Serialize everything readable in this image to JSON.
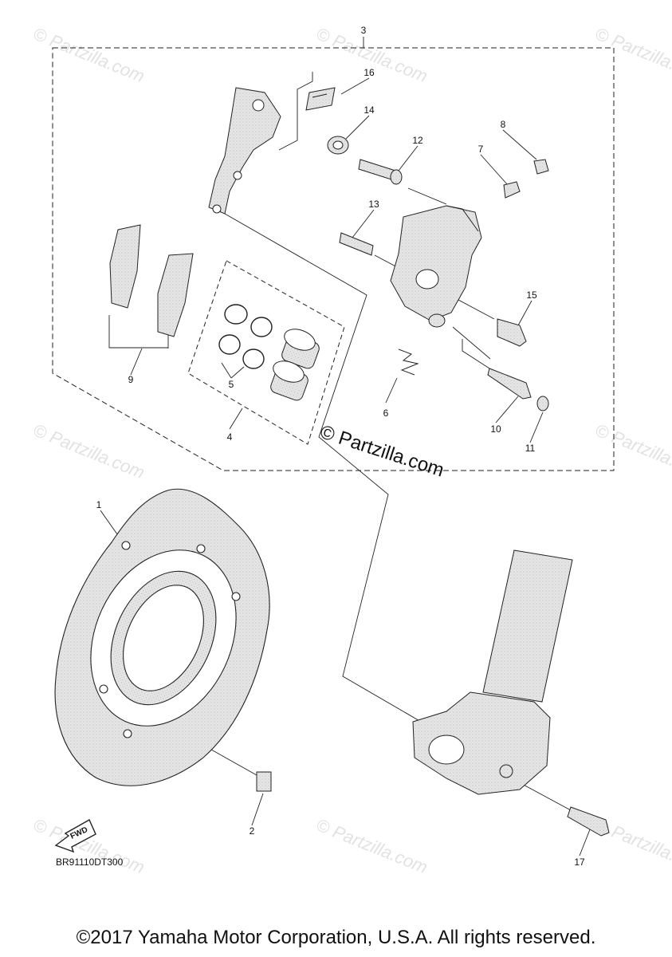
{
  "watermark_text": "© Partzilla.com",
  "center_watermark": "© Partzilla.com",
  "reference_code": "BR91110DT300",
  "fwd_label": "FWD",
  "copyright": "©2017 Yamaha Motor Corporation, U.S.A. All rights reserved.",
  "callouts": {
    "c1": "1",
    "c2": "2",
    "c3": "3",
    "c4": "4",
    "c5": "5",
    "c6": "6",
    "c7": "7",
    "c8": "8",
    "c9": "9",
    "c10": "10",
    "c11": "11",
    "c12": "12",
    "c13": "13",
    "c14": "14",
    "c15": "15",
    "c16": "16",
    "c17": "17"
  },
  "colors": {
    "line": "#222222",
    "part_fill": "#d9d9d9",
    "watermark": "#e2e2e2"
  }
}
